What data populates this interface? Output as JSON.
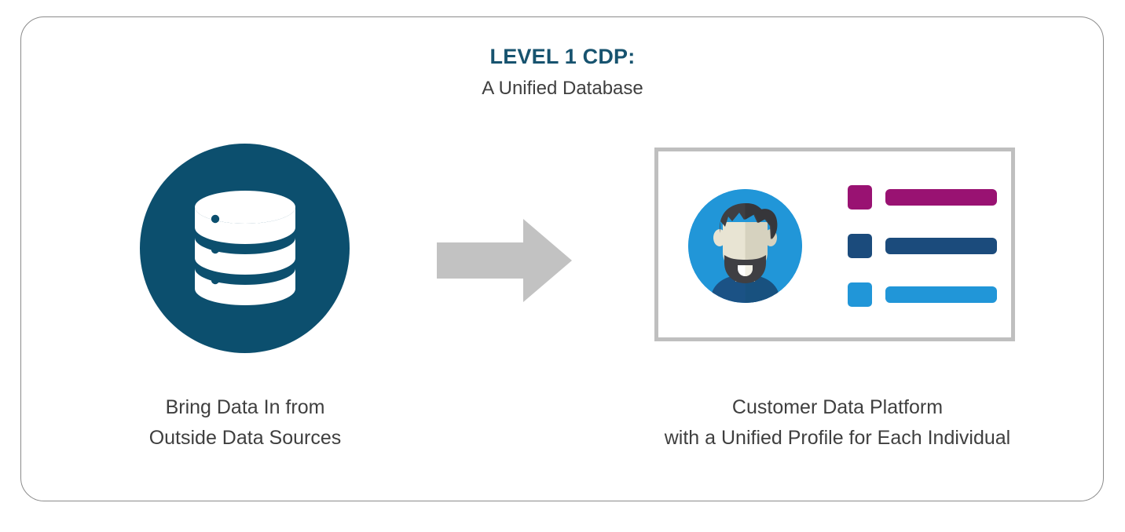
{
  "diagram": {
    "title_main": "LEVEL 1 CDP:",
    "title_sub": "A Unified Database",
    "title_color": "#17536F",
    "frame_border_color": "#8B8B8B"
  },
  "left_node": {
    "icon": "database-icon",
    "circle_color": "#0C4F6E",
    "icon_color": "#FFFFFF",
    "caption_line1": "Bring Data In from",
    "caption_line2": "Outside Data Sources"
  },
  "connector": {
    "icon": "right-arrow-icon",
    "color": "#C2C2C2",
    "direction": "right"
  },
  "right_node": {
    "card_border_color": "#BFBFBF",
    "avatar": {
      "icon": "user-avatar-icon",
      "background_color": "#2196D8",
      "hair_color": "#3F3F43",
      "skin_color": "#E8E4D3",
      "shirt_color": "#1B5285"
    },
    "attributes": [
      {
        "label": "attribute-row-magenta",
        "color": "#991272"
      },
      {
        "label": "attribute-row-navy",
        "color": "#1B4B7C"
      },
      {
        "label": "attribute-row-light-blue",
        "color": "#2196D8"
      }
    ],
    "caption_line1": "Customer Data Platform",
    "caption_line2": "with a Unified Profile for Each Individual"
  }
}
